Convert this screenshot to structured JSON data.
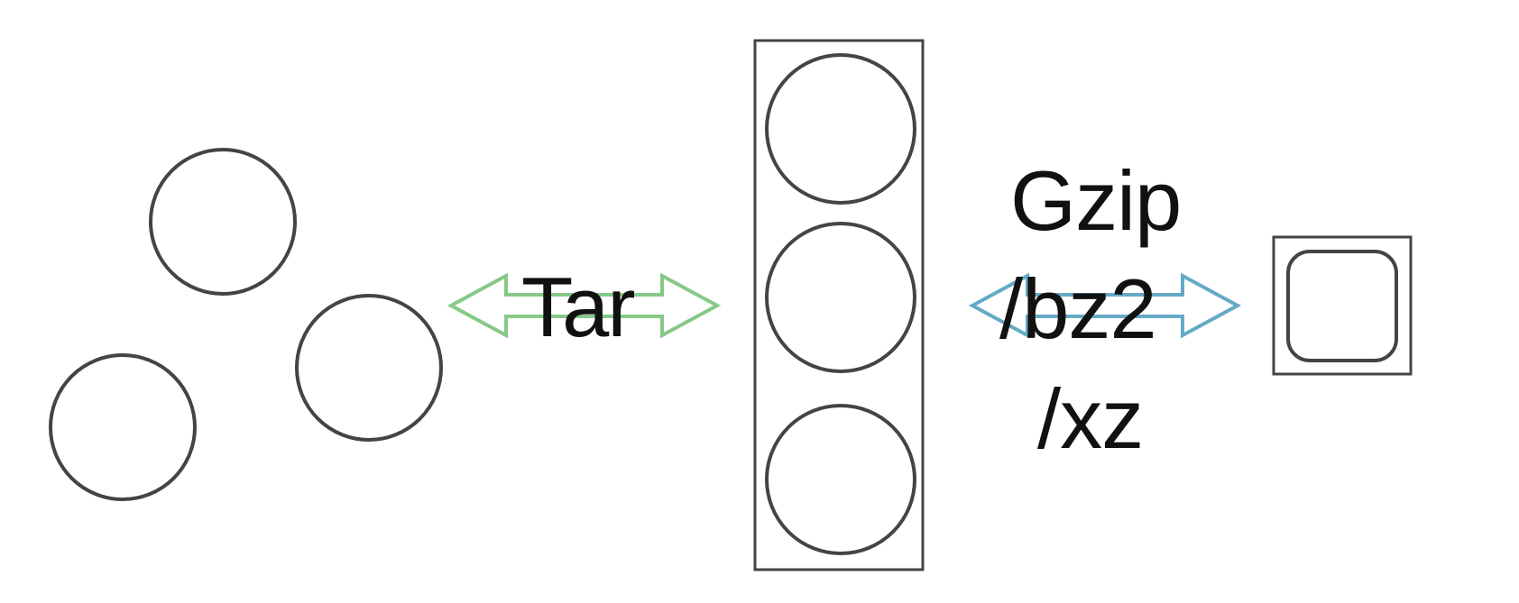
{
  "diagram": {
    "archive_label": "Tar",
    "compression_labels": [
      "Gzip",
      "/bz2",
      "/xz"
    ],
    "colors": {
      "outline": "#444444",
      "tar_arrow": "#86c987",
      "compress_arrow": "#65a9c6"
    }
  }
}
